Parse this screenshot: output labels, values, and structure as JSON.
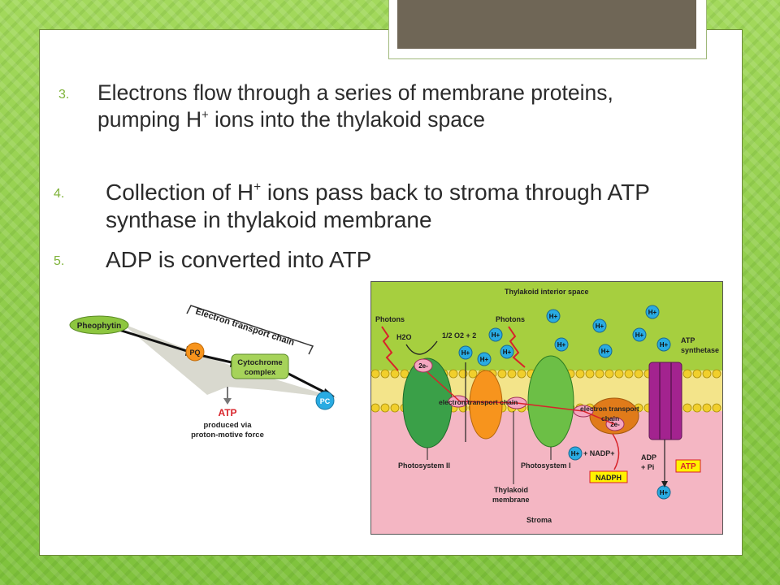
{
  "bullets": [
    {
      "num": "3.",
      "pre": "Electrons flow through a series of membrane proteins, pumping H",
      "sup": "+",
      "post": " ions into the thylakoid space"
    },
    {
      "num": "4.",
      "pre": "Collection of H",
      "sup": "+",
      "post": " ions pass back to stroma through ATP synthase in thylakoid membrane"
    },
    {
      "num": "5.",
      "pre": "ADP is converted into ATP",
      "sup": "",
      "post": ""
    }
  ],
  "left_diagram": {
    "pheophytin": "Pheophytin",
    "chain_label": "Electron transport chain",
    "pq": "PQ",
    "cyto_line1": "Cytochrome",
    "cyto_line2": "complex",
    "pc": "PC",
    "atp": "ATP",
    "produced_line1": "produced via",
    "produced_line2": "proton-motive force"
  },
  "right_diagram": {
    "interior": "Thylakoid interior space",
    "photons_left": "Photons",
    "photons_mid": "Photons",
    "h2o": "H2O",
    "half_o2": "1/2 O2 + 2",
    "h_plus": "H+",
    "two_e": "2e-",
    "atp_synth_line1": "ATP",
    "atp_synth_line2": "synthetase",
    "etc_left": "electron transport chain",
    "etc_right_line1": "electron transport",
    "etc_right_line2": "chain",
    "nadp": "+ NADP+",
    "nadph": "NADPH",
    "adp_line1": "ADP",
    "adp_line2": "+ Pi",
    "atp": "ATP",
    "ps2": "Photosystem II",
    "ps1": "Photosystem I",
    "membrane_line1": "Thylakoid",
    "membrane_line2": "membrane",
    "stroma": "Stroma"
  }
}
